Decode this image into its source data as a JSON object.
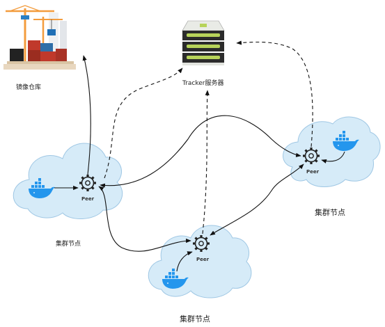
{
  "labels": {
    "registry": "镜像仓库",
    "tracker": "Tracker服务器",
    "peer_left": "Peer",
    "peer_right": "Peer",
    "peer_bottom": "Peer",
    "cluster_left": "集群节点",
    "cluster_right": "集群节点",
    "cluster_bottom": "集群节点"
  },
  "icons": {
    "registry": "construction-crane-containers-icon",
    "tracker": "server-stack-icon",
    "peer": "gear-icon",
    "docker": "docker-whale-icon",
    "cloud": "cloud-icon"
  },
  "colors": {
    "cloud_fill": "#d6ebf8",
    "cloud_stroke": "#9fc7e4",
    "docker_blue": "#2496ed",
    "edge": "#111111",
    "server_green": "#b7d35a"
  }
}
